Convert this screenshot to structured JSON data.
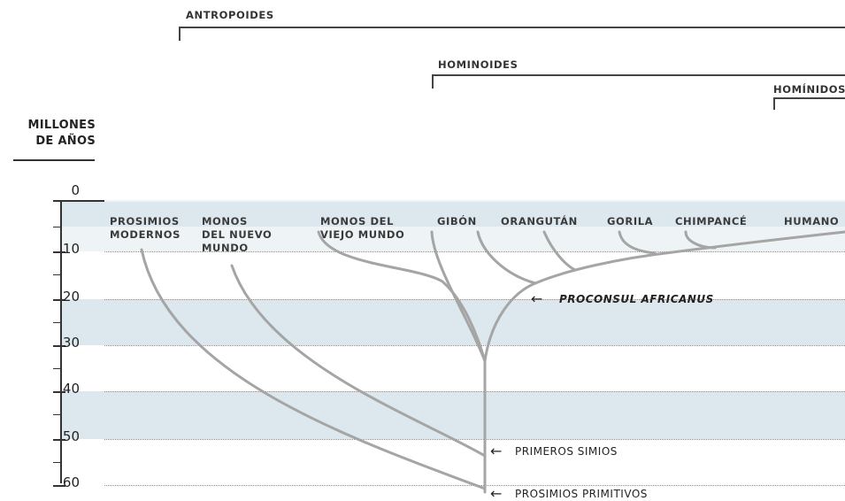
{
  "axis": {
    "title_line1": "MILLONES",
    "title_line2": "DE AÑOS",
    "ticks": [
      "0",
      "10",
      "20",
      "30",
      "40",
      "50",
      "60"
    ]
  },
  "clades": {
    "antropoides": "ANTROPOIDES",
    "hominoides": "HOMINOIDES",
    "hominidos": "HOMÍNIDOS"
  },
  "taxa": {
    "prosimios_1": "PROSIMIOS",
    "prosimios_2": "MODERNOS",
    "nuevo_1": "MONOS",
    "nuevo_2": "DEL NUEVO",
    "nuevo_3": "MUNDO",
    "viejo_1": "MONOS DEL",
    "viejo_2": "VIEJO MUNDO",
    "gibon": "GIBÓN",
    "orangutan": "ORANGUTÁN",
    "gorila": "GORILA",
    "chimpance": "CHIMPANCÉ",
    "humano": "HUMANO"
  },
  "annotations": {
    "proconsul": "PROCONSUL AFRICANUS",
    "primeros_simios": "PRIMEROS SIMIOS",
    "prosimios_primitivos": "PROSIMIOS PRIMITIVOS",
    "arrow_glyph": "←"
  },
  "colors": {
    "band_blue": "#dde8ee",
    "band_light": "#eef3f5",
    "branch": "#a5a5a5"
  }
}
